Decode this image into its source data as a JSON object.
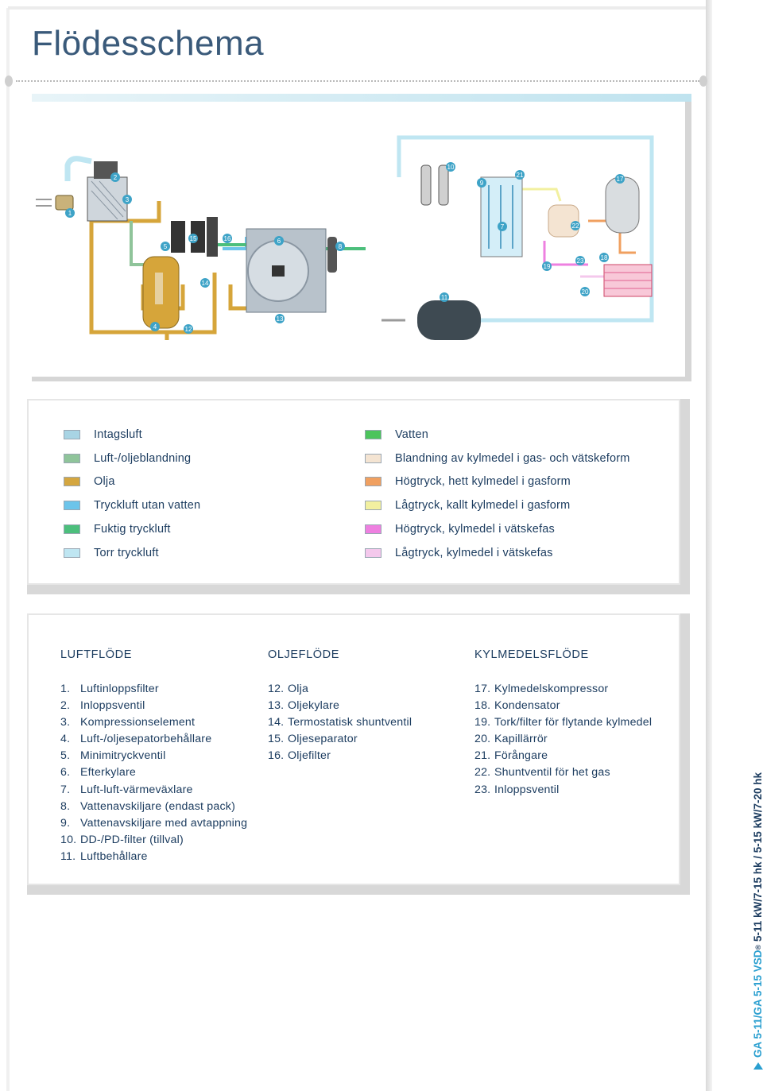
{
  "page": {
    "title": "Flödesschema",
    "side_label": {
      "accent": "GA 5-11/GA 5-15 VSD",
      "reg": "®",
      "rest": " 5-11 kW/7-15 hk / 5-15 kW/7-20 hk"
    }
  },
  "diagram": {
    "markers": [
      "1",
      "2",
      "3",
      "4",
      "5",
      "6",
      "7",
      "8",
      "9",
      "10",
      "11",
      "12",
      "13",
      "14",
      "15",
      "16",
      "17",
      "18",
      "19",
      "20",
      "21",
      "22",
      "23"
    ]
  },
  "legend": {
    "left": [
      {
        "label": "Intagsluft",
        "color": "#a8d4e4"
      },
      {
        "label": "Luft-/oljeblandning",
        "color": "#8fc49a"
      },
      {
        "label": "Olja",
        "color": "#d4a640"
      },
      {
        "label": "Tryckluft utan vatten",
        "color": "#6cc4ea"
      },
      {
        "label": "Fuktig tryckluft",
        "color": "#4cbf7c"
      },
      {
        "label": "Torr tryckluft",
        "color": "#bfe6f2"
      }
    ],
    "right": [
      {
        "label": "Vatten",
        "color": "#4cc45c"
      },
      {
        "label": "Blandning av kylmedel i gas- och vätskeform",
        "color": "#f4e4d2"
      },
      {
        "label": "Högtryck, hett kylmedel i gasform",
        "color": "#f0a060"
      },
      {
        "label": "Lågtryck, kallt kylmedel i gasform",
        "color": "#f2f0a0"
      },
      {
        "label": "Högtryck, kylmedel i vätskefas",
        "color": "#ee80e0"
      },
      {
        "label": "Lågtryck, kylmedel i vätskefas",
        "color": "#f4c8ec"
      }
    ]
  },
  "flows": {
    "air": {
      "heading": "LUFTFLÖDE",
      "items": [
        {
          "num": "1.",
          "label": "Luftinloppsfilter"
        },
        {
          "num": "2.",
          "label": "Inloppsventil"
        },
        {
          "num": "3.",
          "label": "Kompressionselement"
        },
        {
          "num": "4.",
          "label": "Luft-/oljesepatorbehållare"
        },
        {
          "num": "5.",
          "label": "Minimitryckventil"
        },
        {
          "num": "6.",
          "label": "Efterkylare"
        },
        {
          "num": "7.",
          "label": "Luft-luft-värmeväxlare"
        },
        {
          "num": "8.",
          "label": "Vattenavskiljare (endast pack)"
        },
        {
          "num": "9.",
          "label": "Vattenavskiljare med avtappning"
        },
        {
          "num": "10.",
          "label": "DD-/PD-filter (tillval)"
        },
        {
          "num": "11.",
          "label": "Luftbehållare"
        }
      ]
    },
    "oil": {
      "heading": "OLJEFLÖDE",
      "items": [
        {
          "num": "12.",
          "label": "Olja"
        },
        {
          "num": "13.",
          "label": "Oljekylare"
        },
        {
          "num": "14.",
          "label": "Termostatisk shuntventil"
        },
        {
          "num": "15.",
          "label": "Oljeseparator"
        },
        {
          "num": "16.",
          "label": "Oljefilter"
        }
      ]
    },
    "refrigerant": {
      "heading": "KYLMEDELSFLÖDE",
      "items": [
        {
          "num": "17.",
          "label": "Kylmedelskompressor"
        },
        {
          "num": "18.",
          "label": "Kondensator"
        },
        {
          "num": "19.",
          "label": "Tork/filter för flytande kylmedel"
        },
        {
          "num": "20.",
          "label": "Kapillärrör"
        },
        {
          "num": "21.",
          "label": "Förångare"
        },
        {
          "num": "22.",
          "label": "Shuntventil för het gas"
        },
        {
          "num": "23.",
          "label": "Inloppsventil"
        }
      ]
    }
  }
}
